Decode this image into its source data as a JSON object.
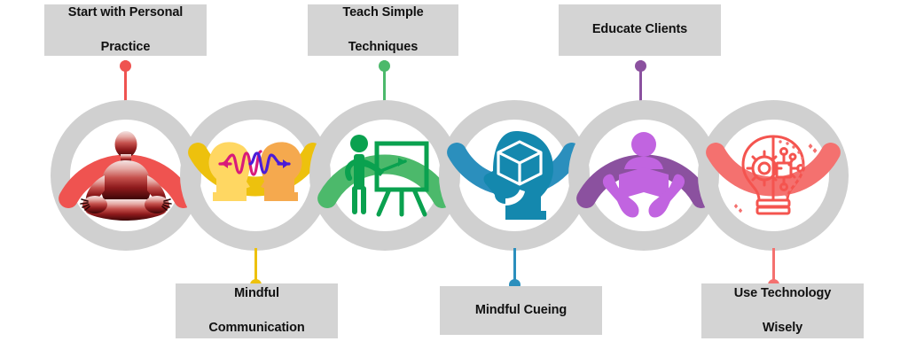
{
  "diagram": {
    "type": "linked-rings-process",
    "background_color": "#ffffff",
    "label_box_color": "#d4d4d4",
    "label_text_color": "#111111",
    "ring_track_color": "#d0d0d0",
    "ring_inner_color": "#ffffff",
    "steps": [
      {
        "index": 1,
        "label": "Start with Personal Practice",
        "label_line1": "Start with Personal",
        "label_line2": "Practice",
        "label_position": "top",
        "arc_position": "top",
        "color": "#ef5350",
        "icon": "meditating-person-icon",
        "icon_description": "Seated meditating figure in lotus pose, red watercolor gradient"
      },
      {
        "index": 2,
        "label": "Mindful Communication",
        "label_line1": "Mindful",
        "label_line2": "Communication",
        "label_position": "bottom",
        "arc_position": "bottom",
        "color": "#edc10d",
        "icon": "two-heads-communication-icon",
        "icon_description": "Two facing head silhouettes in yellow and orange with a purple-magenta wave and arrows between them"
      },
      {
        "index": 3,
        "label": "Teach Simple Techniques",
        "label_line1": "Teach Simple",
        "label_line2": "Techniques",
        "label_position": "top",
        "arc_position": "top",
        "color": "#4cb96b",
        "icon": "teacher-whiteboard-icon",
        "icon_description": "Green instructor figure pointing at an easel whiteboard"
      },
      {
        "index": 4,
        "label": "Mindful Cueing",
        "label_line1": "Mindful Cueing",
        "label_line2": "",
        "label_position": "bottom",
        "arc_position": "bottom",
        "color": "#2b8fbd",
        "icon": "head-with-cube-icon",
        "icon_description": "Blue head profile silhouette containing a 3D wireframe cube"
      },
      {
        "index": 5,
        "label": "Educate Clients",
        "label_line1": "Educate Clients",
        "label_line2": "",
        "label_position": "top",
        "arc_position": "top",
        "color": "#8b519f",
        "icon": "hands-holding-reader-icon",
        "icon_description": "Purple open hands cradling a person reading an open book"
      },
      {
        "index": 6,
        "label": "Use Technology Wisely",
        "label_line1": "Use Technology",
        "label_line2": "Wisely",
        "label_position": "bottom",
        "arc_position": "bottom",
        "color": "#f4716f",
        "icon": "lightbulb-gear-circuit-icon",
        "icon_description": "Coral outline lightbulb containing a gear and circuit-board nodes with dotted accents"
      }
    ]
  }
}
